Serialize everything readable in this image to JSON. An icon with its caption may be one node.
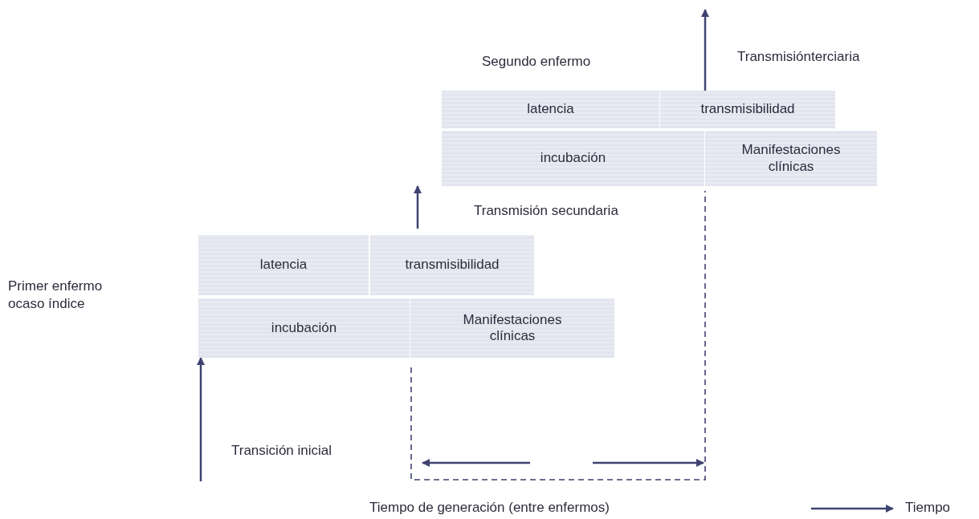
{
  "diagram": {
    "nodes": [
      {
        "text": [
          "latencia"
        ]
      },
      {
        "text": [
          "transmisibilidad"
        ]
      },
      {
        "text": [
          "incubación"
        ]
      },
      {
        "text": [
          "Manifestaciones clínicas"
        ]
      },
      {
        "text": [
          "latencia"
        ]
      },
      {
        "text": [
          "transmisibilidad"
        ]
      },
      {
        "text": [
          "incubación"
        ]
      },
      {
        "text": [
          "Manifestaciones clínicas"
        ]
      }
    ],
    "edges": [
      {
        "from": null,
        "to": 2,
        "arrow": "to"
      },
      {
        "from": 1,
        "to": 6,
        "arrow": "to"
      },
      {
        "from": 5,
        "to": null,
        "arrow": "to"
      }
    ],
    "labels": [
      "Transmisiónterciaria",
      "Segundo enfermo",
      "Transmisión secundaria",
      "Primer enfermo ocaso índice",
      "Transición inicial",
      "Tiempo de generación (entre enfermos)",
      "Tiempo"
    ]
  }
}
